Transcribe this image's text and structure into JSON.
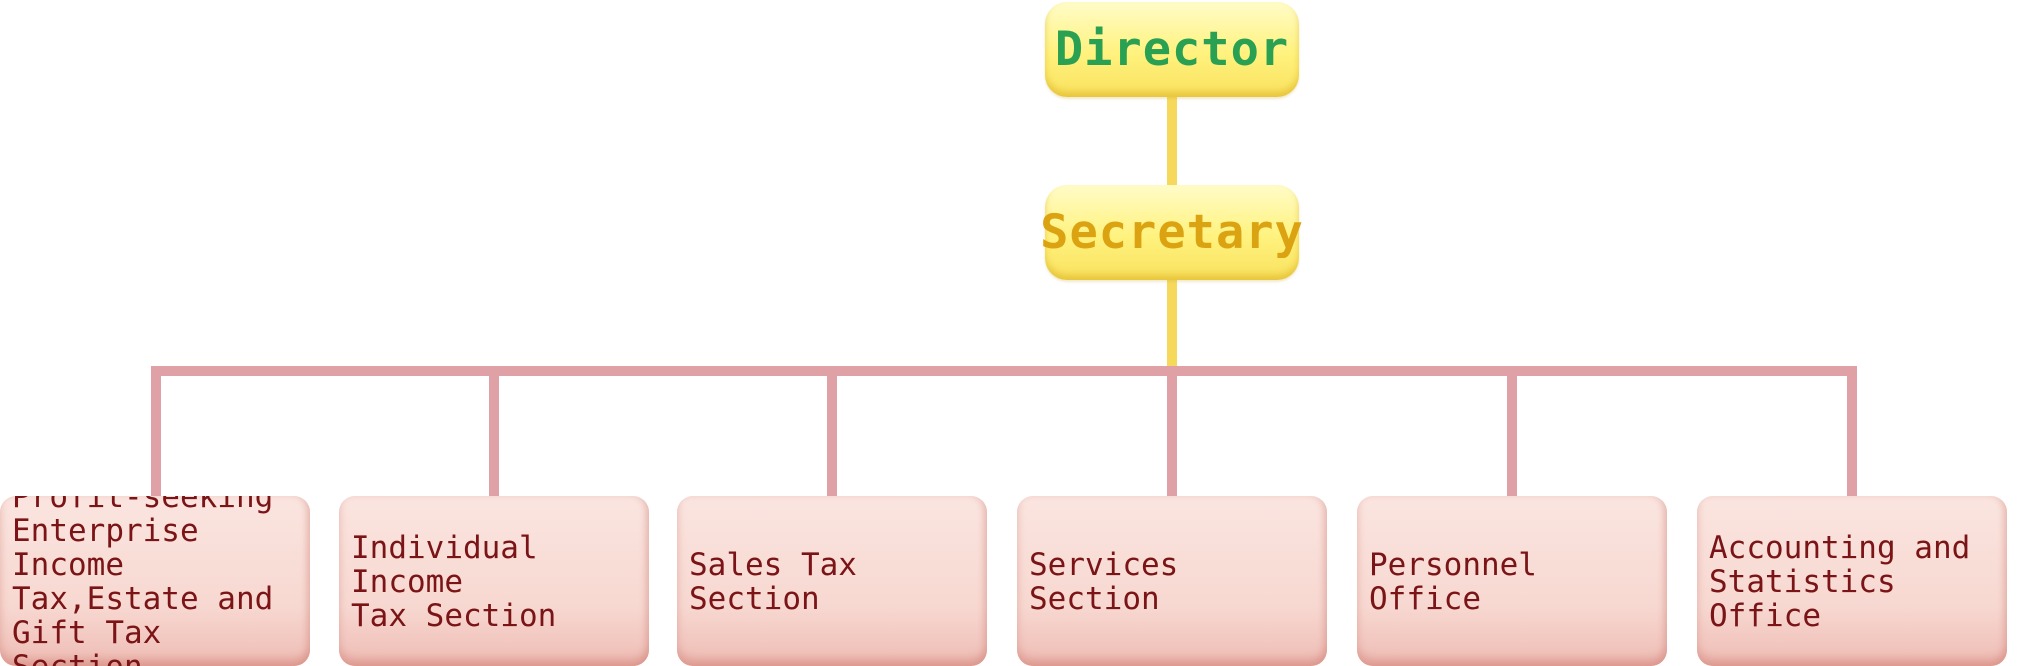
{
  "chart": {
    "director": "Director",
    "secretary": "Secretary",
    "sections": [
      "Profit-seeking\nEnterprise Income\nTax,Estate and\nGift Tax Section",
      "Individual Income\nTax Section",
      "Sales Tax Section",
      "Services Section",
      "Personnel  Office",
      "Accounting and\nStatistics Office"
    ]
  },
  "colors": {
    "top_box": "#fff27d",
    "director_text": "#2aa152",
    "secretary_text": "#dba311",
    "section_box": "#f7d8d1",
    "section_text": "#7a1416",
    "top_connector": "#f6d95a",
    "branch_connector": "#dfa0a6"
  }
}
